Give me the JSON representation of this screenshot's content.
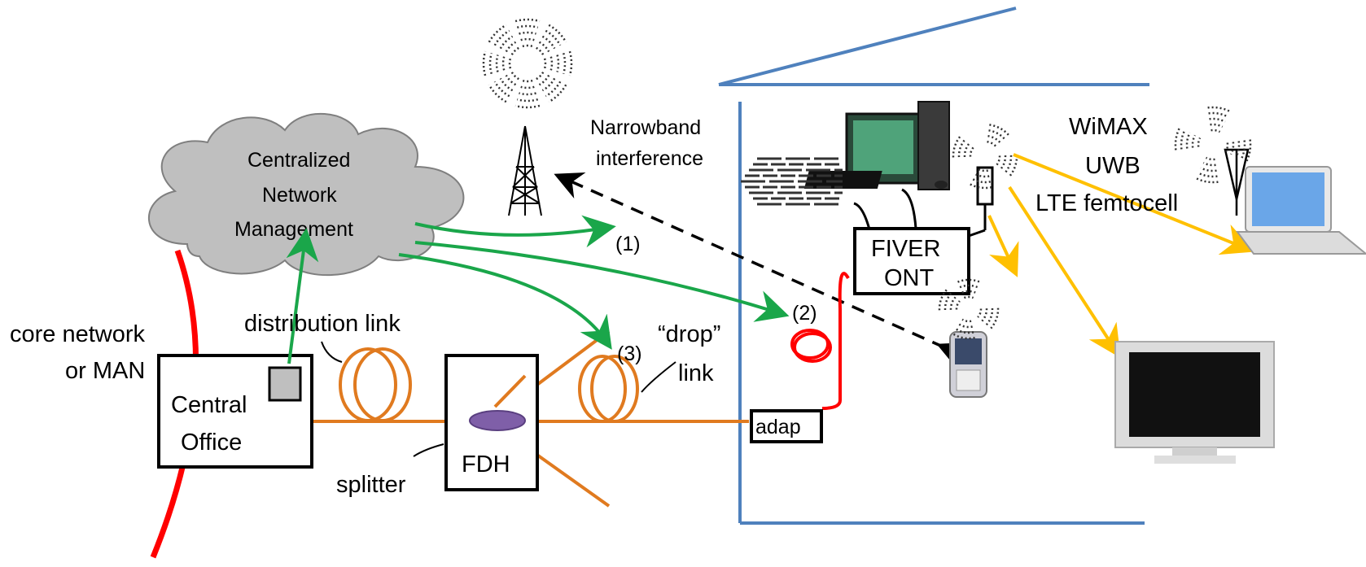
{
  "labels": {
    "cloud_line1": "Centralized",
    "cloud_line2": "Network",
    "cloud_line3": "Management",
    "narrowband_line1": "Narrowband",
    "narrowband_line2": "interference",
    "core_line1": "core network",
    "core_line2": "or MAN",
    "distribution_link": "distribution link",
    "central_line1": "Central",
    "central_line2": "Office",
    "fdh": "FDH",
    "splitter": "splitter",
    "drop_line1": "“drop”",
    "drop_line2": "link",
    "marker1": "(1)",
    "marker2": "(2)",
    "marker3": "(3)",
    "fiver_line1": "FIVER",
    "fiver_line2": "ONT",
    "adap": "adap",
    "wimax": "WiMAX",
    "uwb": "UWB",
    "lte": "LTE femtocell"
  },
  "colors": {
    "fiber": "#e07a1f",
    "core": "#ff0000",
    "indoor_fiber": "#ff0000",
    "management_arrow": "#1aa64a",
    "wireless_arrow": "#ffc000",
    "building": "#4f81bd",
    "cloud_fill": "#bfbfbf",
    "splitter_fill": "#7f5fa8"
  },
  "icons": [
    "cell-tower-icon",
    "desktop-computer-icon",
    "laptop-icon",
    "television-icon",
    "mobile-phone-icon",
    "antenna-icon",
    "radio-wave-icon"
  ]
}
